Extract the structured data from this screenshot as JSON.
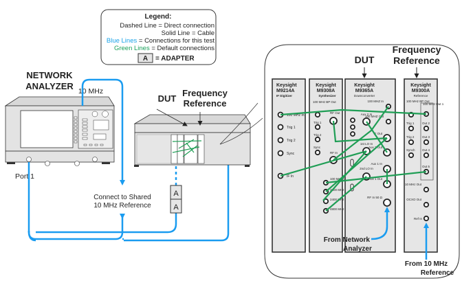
{
  "legend": {
    "title": "Legend:",
    "lines": [
      {
        "prefix": "Dashed Line",
        "rest": " = Direct connection",
        "color": "#222222"
      },
      {
        "prefix": "Solid Line",
        "rest": " = Cable",
        "color": "#222222"
      },
      {
        "prefix": "Blue Lines",
        "rest": " = Connections for this test",
        "color": "#1aa3e8"
      },
      {
        "prefix": "Green Lines",
        "rest": " = Default connections",
        "color": "#1aa05a"
      }
    ],
    "adapter_letter": "A",
    "adapter_label": "= ADAPTER"
  },
  "colors": {
    "blue": "#1a9cf0",
    "green": "#1f9e55"
  },
  "network_analyzer": {
    "title_line1": "NETWORK",
    "title_line2": "ANALYZER",
    "ref_label": "10 MHz",
    "port_label": "Port 1"
  },
  "shared_ref": {
    "line1": "Connect to Shared",
    "line2": "10 MHz Reference"
  },
  "chassis": {
    "dut_label": "DUT",
    "freq_ref_line1": "Frequency",
    "freq_ref_line2": "Reference"
  },
  "adapters": [
    "A",
    "A"
  ],
  "detail": {
    "dut_label": "DUT",
    "freq_ref_line1": "Frequency",
    "freq_ref_line2": "Reference",
    "from_na_line1": "From Network",
    "from_na_line2": "Analyzer",
    "from_ref_line1": "From 10 MHz",
    "from_ref_line2": "Reference",
    "modules": [
      {
        "brand": "Keysight",
        "model": "M9214A",
        "type": "IF Digitizer",
        "ports": [
          "100 MHz In",
          "Trig 1",
          "Trig 2",
          "Sync",
          "IF In"
        ]
      },
      {
        "brand": "Keysight",
        "model": "M9308A",
        "type": "Synthesizer",
        "ports": [
          "100 MHz BP Out",
          "RF Out",
          "Trig 1",
          "Trig 2",
          "Sync",
          "RF In",
          "100 MHz In",
          "4800 MHz Out",
          "2400 MHz Out",
          "4800 MHz Out"
        ]
      },
      {
        "brand": "Keysight",
        "model": "M9365A",
        "type": "Downconverter",
        "ports": [
          "100 MHZ In",
          "Aux 2 In",
          "100 MHZ Out",
          "IF Out",
          "1st LO In",
          "Aux 2 Out",
          "Aux 1 In",
          "2nd LO In",
          "Aux 1 Out",
          "RF In 50 Ω"
        ]
      },
      {
        "brand": "Keysight",
        "model": "M9300A",
        "type": "Reference",
        "ports": [
          "100 MHz BP Out",
          "100 MHz Out 1",
          "Trig 1",
          "Out 2",
          "Trig 2",
          "Out 3",
          "Synch",
          "Out 4",
          "Out 5",
          "10 MHz Out",
          "OCXO Out",
          "Ref In"
        ]
      }
    ]
  }
}
